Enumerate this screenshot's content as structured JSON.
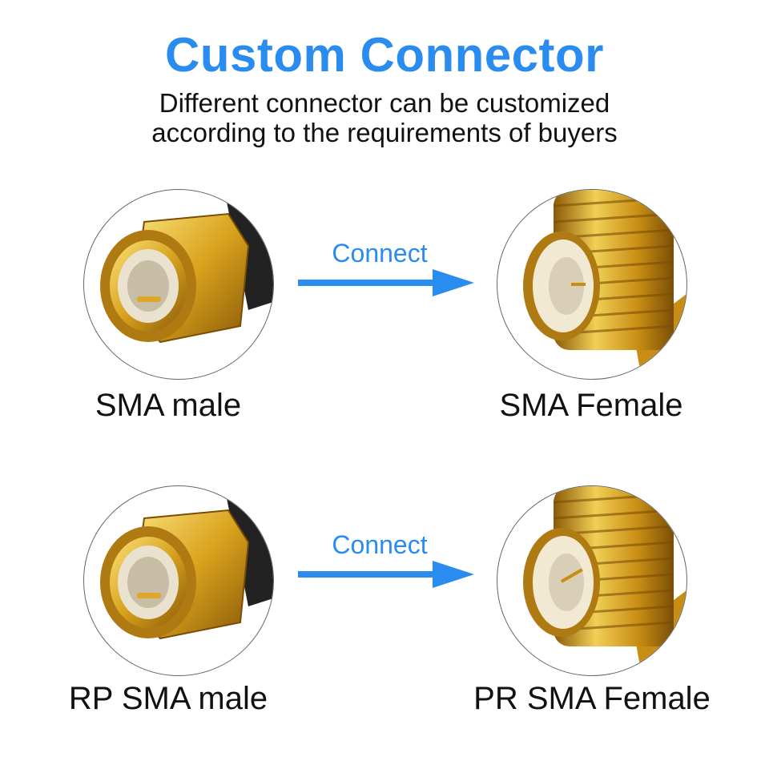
{
  "header": {
    "title": "Custom Connector",
    "subtitle_line1": "Different connector can be customized",
    "subtitle_line2": "according to the requirements of buyers"
  },
  "rows": [
    {
      "left_label": "SMA male",
      "connect_label": "Connect",
      "right_label": "SMA Female",
      "left_icon": "sma-male-connector-icon",
      "right_icon": "sma-female-connector-icon"
    },
    {
      "left_label": "RP SMA male",
      "connect_label": "Connect",
      "right_label": "PR SMA Female",
      "left_icon": "rp-sma-male-connector-icon",
      "right_icon": "rp-sma-female-connector-icon"
    }
  ],
  "colors": {
    "accent": "#2b8cf0",
    "gold": "#d8a21d",
    "text": "#111111"
  }
}
